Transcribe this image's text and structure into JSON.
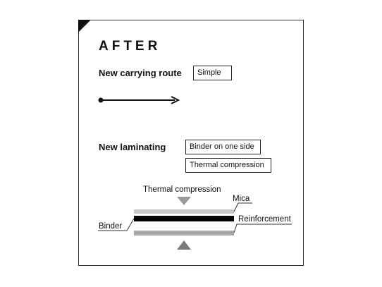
{
  "heading": "AFTER",
  "carrying": {
    "label": "New carrying route",
    "tag": "Simple"
  },
  "laminating": {
    "label": "New laminating",
    "tags": [
      "Binder on one side",
      "Thermal compression"
    ]
  },
  "diagram": {
    "top_label": "Thermal compression",
    "mica_label": "Mica",
    "reinforcement_label": "Reinforcement",
    "binder_label": "Binder",
    "colors": {
      "mica": "#c8c8c8",
      "binder": "#000000",
      "reinforcement": "#a8a8a8",
      "press_top": "#9a9a9a",
      "press_bottom": "#7a7a7a"
    }
  }
}
